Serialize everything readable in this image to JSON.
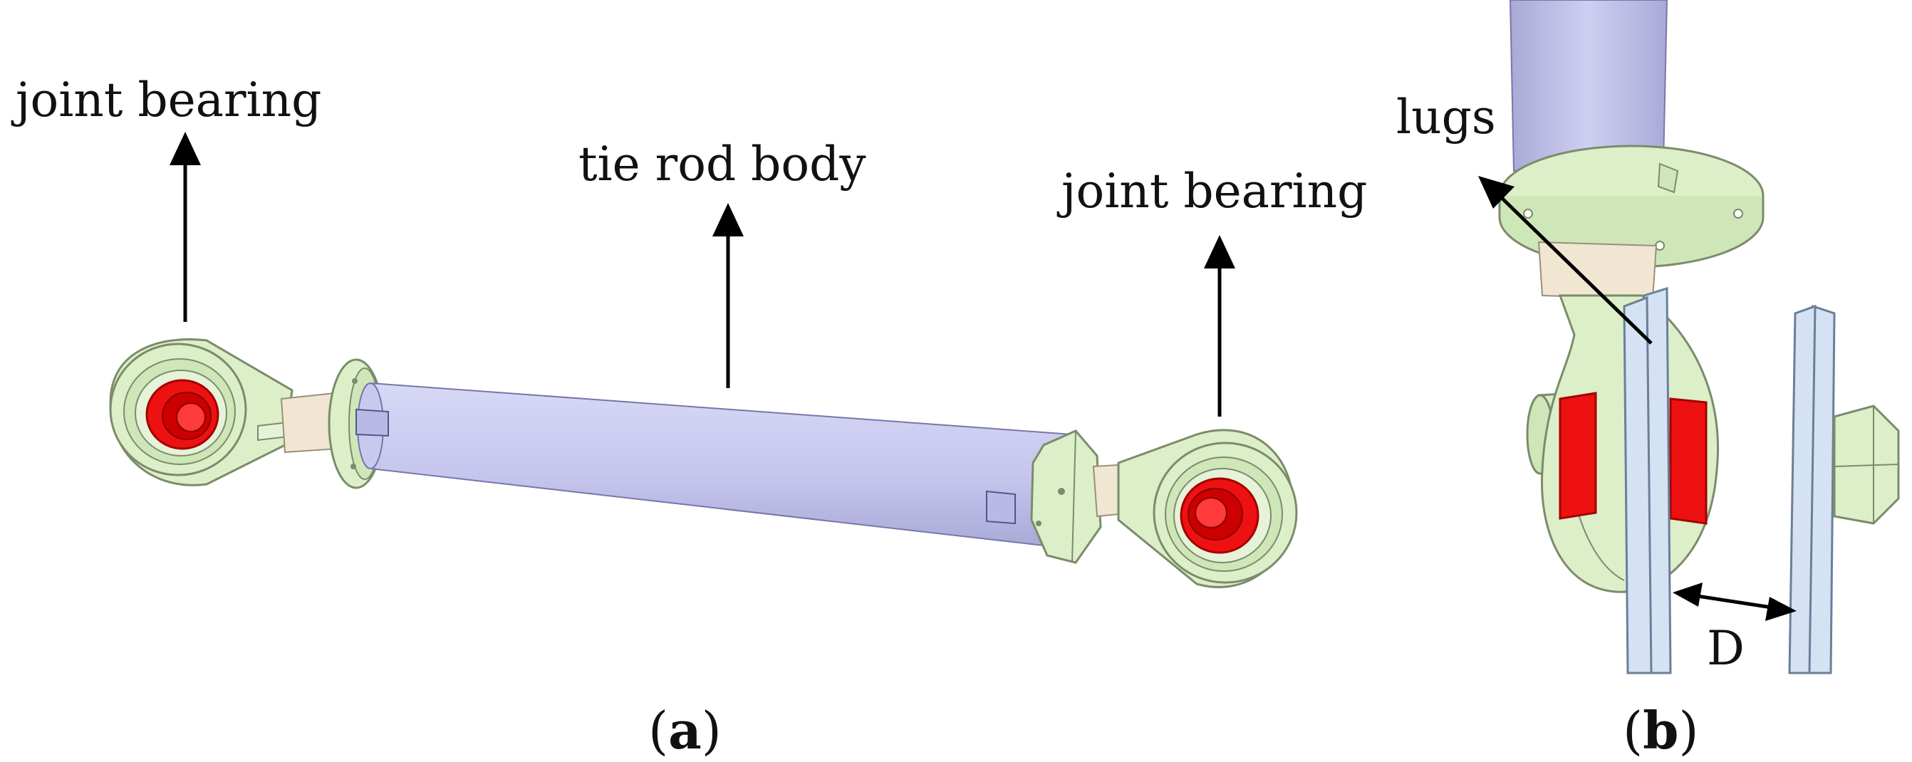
{
  "labels": {
    "joint_bearing_left": "joint bearing",
    "tie_rod_body": "tie rod body",
    "joint_bearing_right": "joint bearing",
    "lugs": "lugs",
    "dimension_d": "D"
  },
  "panels": {
    "a": {
      "open": "(",
      "letter": "a",
      "close": ")"
    },
    "b": {
      "open": "(",
      "letter": "b",
      "close": ")"
    }
  },
  "colors": {
    "rod_body": "#c9c9f0",
    "rod_body_shade": "#a9a9d6",
    "rod_end": "#dcefc9",
    "rod_end_line": "#7a8c6a",
    "bearing": "#ee1111",
    "bearing_dark": "#a30000",
    "bushing": "#f0e6d2",
    "lug": "#d4e2f4",
    "arrow": "#000000"
  }
}
